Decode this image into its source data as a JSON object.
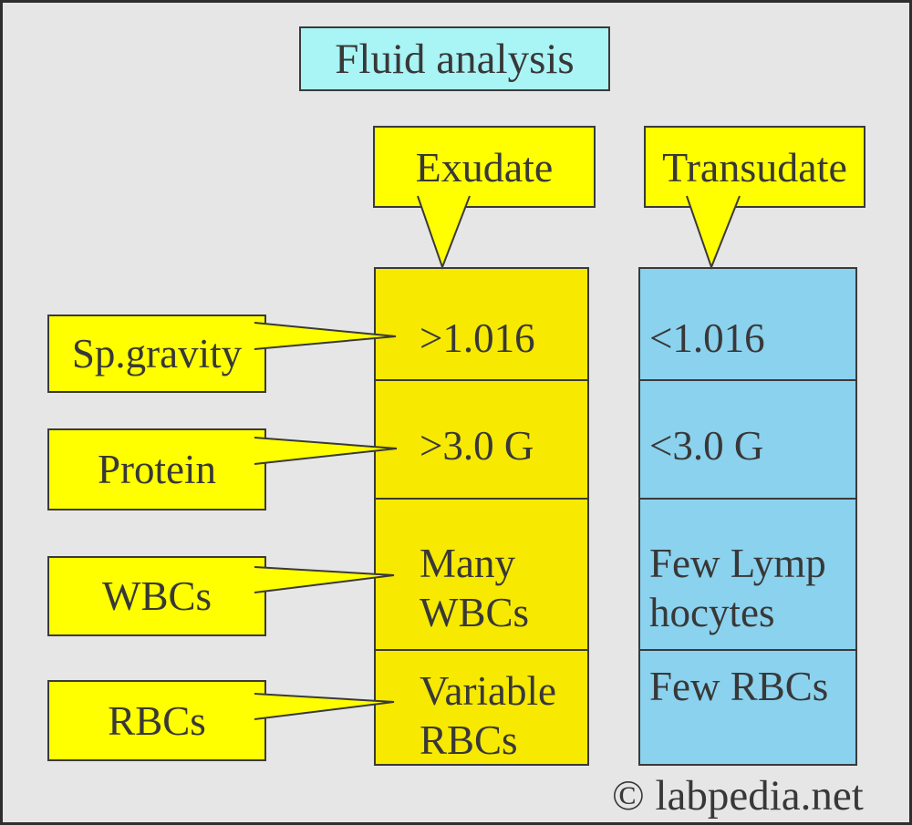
{
  "title": "Fluid analysis",
  "watermark": "© labpedia.net",
  "colors": {
    "canvas-bg": "#e6e6e6",
    "canvas-border": "#2e2e2e",
    "label-yellow": "#ffff00",
    "exudate-yellow": "#f7e900",
    "transudate-blue": "#8bd2ee",
    "title-cyan": "#a9f4f5",
    "line": "#3a3a3a",
    "text": "#383838"
  },
  "row_labels": [
    {
      "label": "Sp.gravity"
    },
    {
      "label": "Protein"
    },
    {
      "label": "WBCs"
    },
    {
      "label": "RBCs"
    }
  ],
  "columns": [
    {
      "header": "Exudate",
      "cells": [
        ">1.016",
        ">3.0 G",
        "Many WBCs",
        "Variable RBCs"
      ]
    },
    {
      "header": "Transudate",
      "cells": [
        "<1.016",
        "<3.0 G",
        "Few Lymp hocytes",
        "Few RBCs"
      ]
    }
  ]
}
